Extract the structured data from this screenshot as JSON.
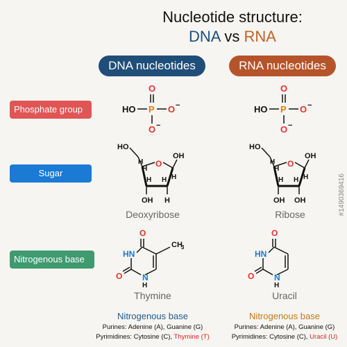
{
  "header": {
    "title": "Nucleotide structure:",
    "dna": "DNA",
    "vs": "vs",
    "rna": "RNA",
    "dna_color": "#1f4e79",
    "rna_color": "#c0622a"
  },
  "columns": {
    "dna_label": "DNA nucleotides",
    "rna_label": "RNA nucleotides",
    "dna_color": "#1f4e79",
    "rna_color": "#b5542a"
  },
  "row_labels": {
    "phosphate": "Phosphate group",
    "sugar": "Sugar",
    "base": "Nitrogenous base",
    "phosphate_color": "#e05555",
    "sugar_color": "#1a7ad4",
    "base_color": "#3f9a6f"
  },
  "phosphate": {
    "o": "O",
    "p": "P",
    "ho": "HO",
    "o_minus": "O",
    "minus": "−"
  },
  "sugar": {
    "ho": "HO",
    "oh": "OH",
    "o": "O",
    "h": "H",
    "dna_caption": "Deoxyribose",
    "rna_caption": "Ribose"
  },
  "base": {
    "o": "O",
    "hn": "HN",
    "n": "N",
    "h": "H",
    "ch3": "CH",
    "ch3_sub": "3",
    "dna_caption": "Thymine",
    "rna_caption": "Uracil"
  },
  "footer": {
    "heading": "Nitrogenous base",
    "purines": "Purines: Adenine (A), Guanine (G)",
    "pyrimidines_prefix": "Pyrimidines: Cytosine (C),",
    "dna_special": "Thymine (T)",
    "rna_special": "Uracil (U)",
    "special_color": "#e02020",
    "dna_heading_color": "#1f5a8a",
    "rna_heading_color": "#c27a1a"
  },
  "watermark": "#1490369416"
}
